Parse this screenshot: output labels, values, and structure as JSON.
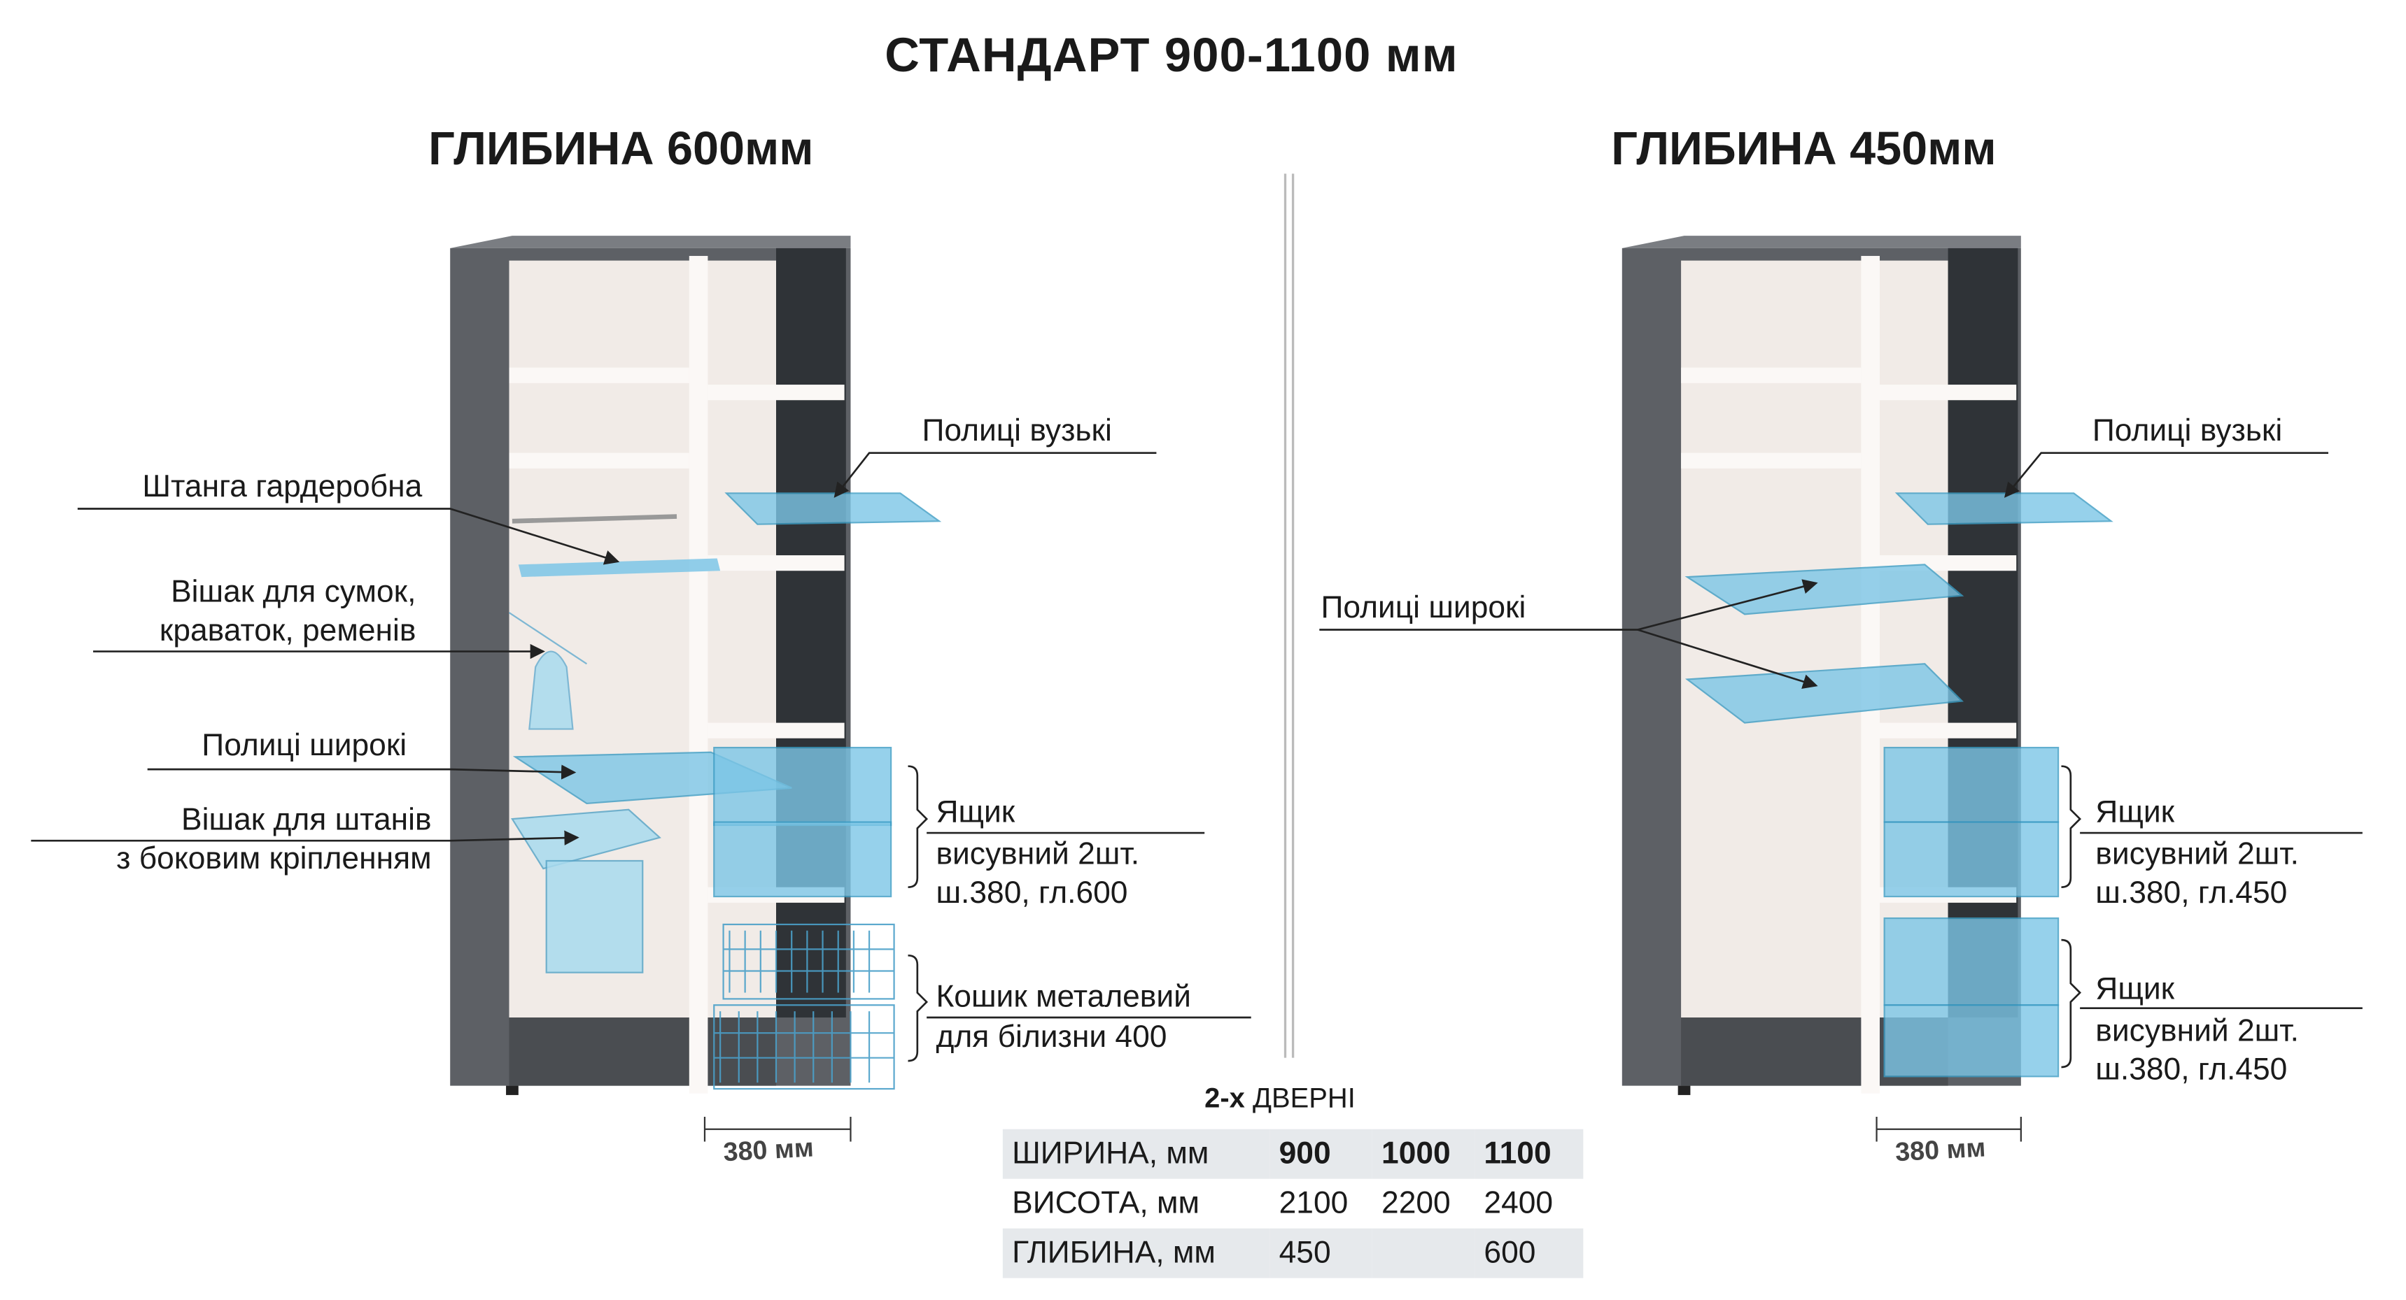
{
  "title": "СТАНДАРТ  900-1100 мм",
  "left": {
    "heading": "ГЛИБИНА 600мм",
    "labels": {
      "rod": "Штанга гардеробна",
      "bag_hanger_1": "Вішак для сумок,",
      "bag_hanger_2": "краваток, ременів",
      "wide_shelves": "Полиці широкі",
      "pants_hanger_1": "Вішак для штанів",
      "pants_hanger_2": "з боковим кріпленням",
      "narrow_shelves": "Полиці вузькі",
      "drawer_1": "Ящик",
      "drawer_2": "висувний 2шт.",
      "drawer_3": "ш.380, гл.600",
      "basket_1": "Кошик металевий",
      "basket_2": "для білизни 400"
    },
    "dimension": "380 мм"
  },
  "right": {
    "heading": "ГЛИБИНА 450мм",
    "labels": {
      "narrow_shelves": "Полиці вузькі",
      "wide_shelves": "Полиці широкі",
      "drawer_a_1": "Ящик",
      "drawer_a_2": "висувний 2шт.",
      "drawer_a_3": "ш.380, гл.450",
      "drawer_b_1": "Ящик",
      "drawer_b_2": "висувний 2шт.",
      "drawer_b_3": "ш.380, гл.450"
    },
    "dimension": "380 мм"
  },
  "table": {
    "caption_bold": "2-х",
    "caption": "ДВЕРНІ",
    "rows": [
      {
        "label": "ШИРИНА, мм",
        "v": [
          "900",
          "1000",
          "1100"
        ]
      },
      {
        "label": "ВИСОТА, мм",
        "v": [
          "2100",
          "2200",
          "2400"
        ]
      },
      {
        "label": "ГЛИБИНА, мм",
        "v": [
          "450",
          "",
          "600"
        ]
      }
    ]
  },
  "colors": {
    "body": "#5d6065",
    "interior": "#f1ebe7",
    "accent": "#7cc6e6"
  }
}
